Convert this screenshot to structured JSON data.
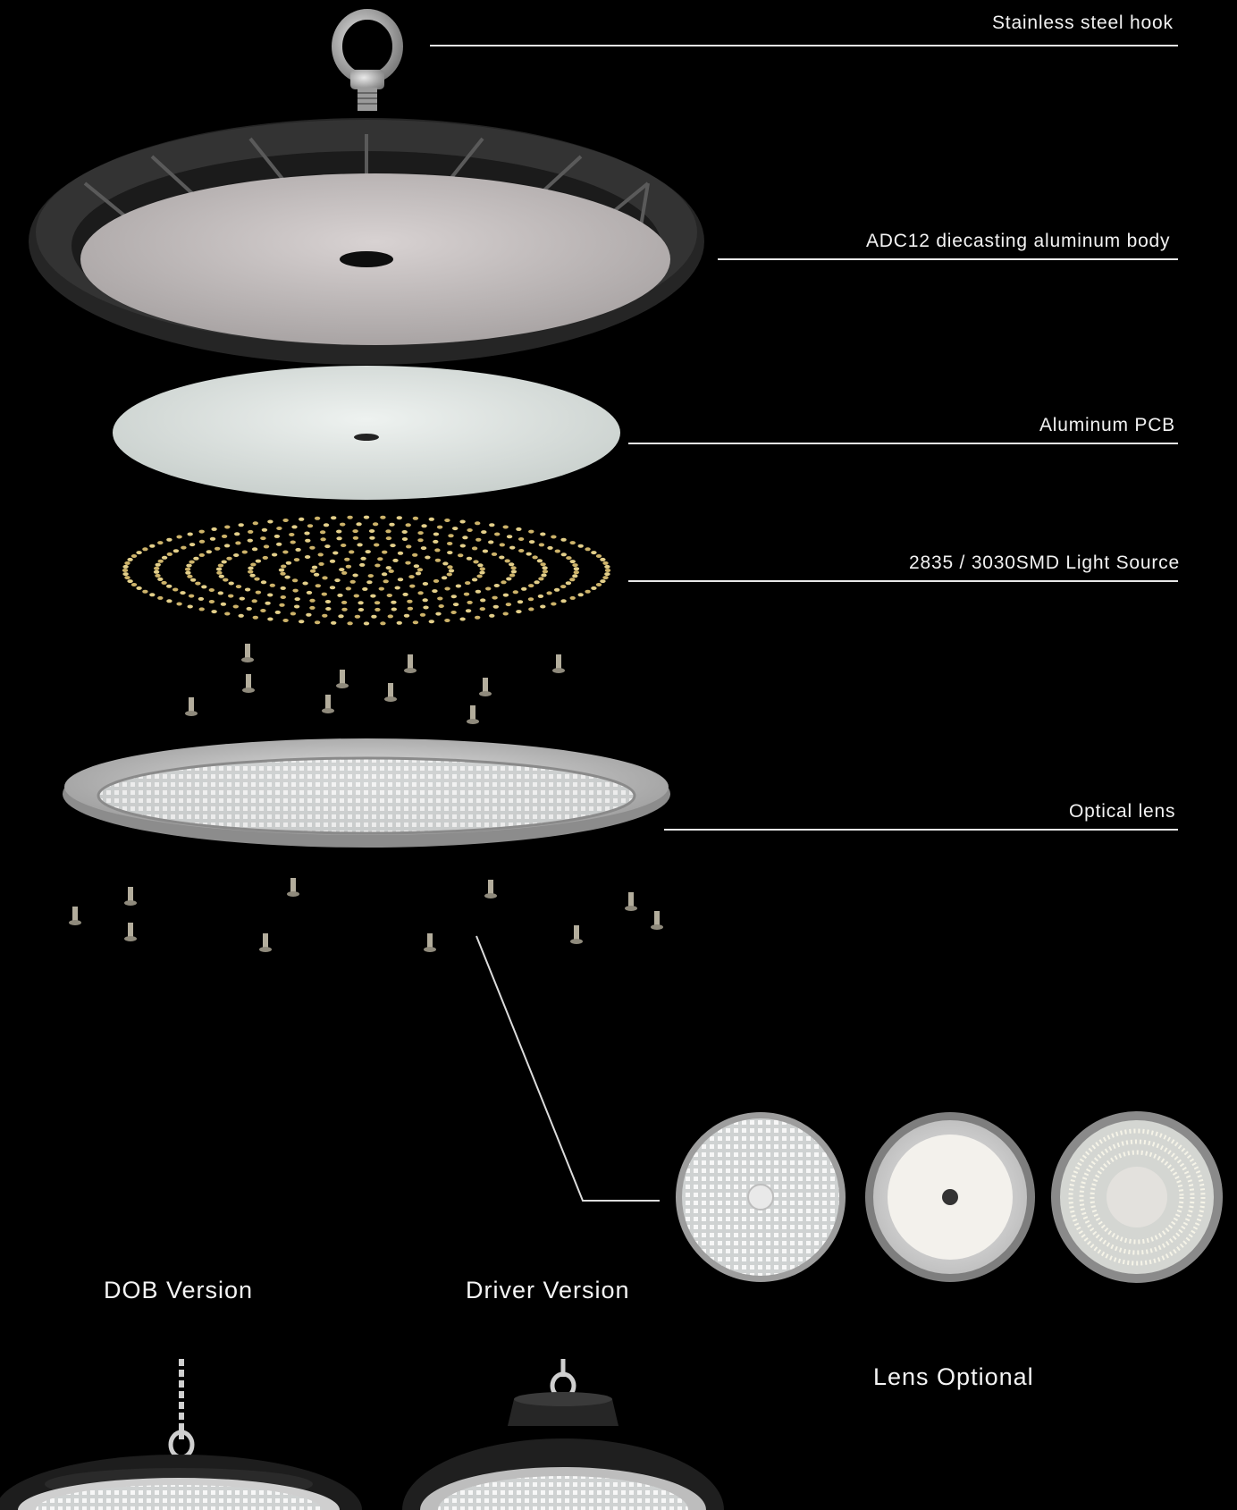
{
  "callouts": {
    "hook": "Stainless steel hook",
    "body": "ADC12 diecasting aluminum body",
    "pcb": "Aluminum PCB",
    "light_source": "2835 / 3030SMD Light Source",
    "lens": "Optical lens"
  },
  "versions": {
    "dob": "DOB Version",
    "driver": "Driver Version",
    "lens_optional": "Lens Optional"
  },
  "colors": {
    "background": "#000000",
    "housing": "#2b2b2b",
    "pcb": "#e4e9e7",
    "led": "#d9c27a",
    "lens": "#d8d8d8"
  }
}
